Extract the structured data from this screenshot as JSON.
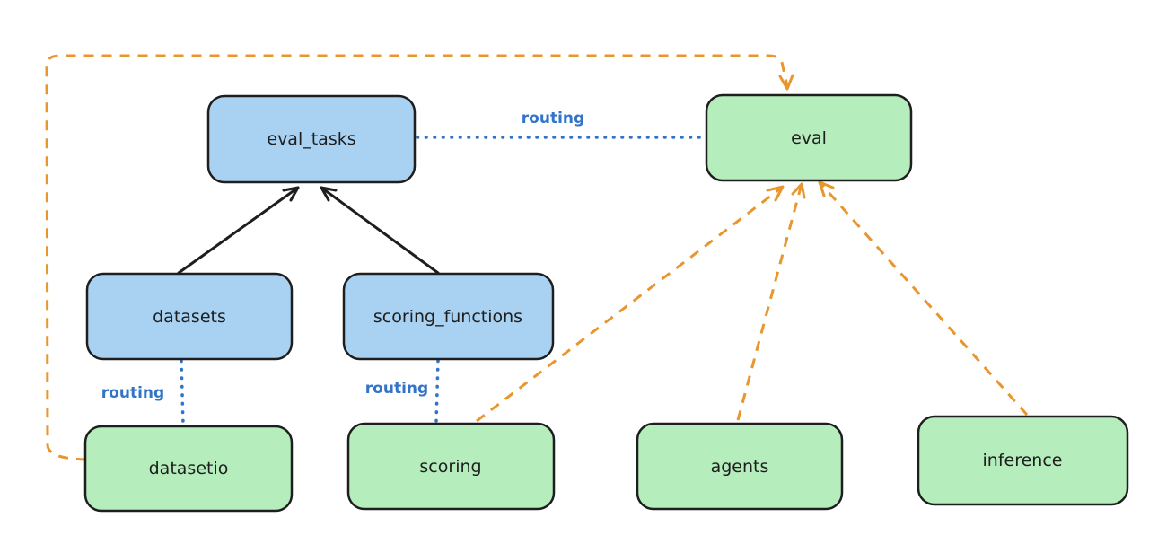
{
  "colors": {
    "registry_node_fill": "#a9d2f2",
    "provider_node_fill": "#b5edbc",
    "node_stroke": "#1e1e1e",
    "node_text": "#1e1e1e",
    "routing_color": "#3274c8",
    "dependency_color": "#e8962d",
    "background": "#ffffff"
  },
  "nodes": {
    "eval_tasks": {
      "label": "eval_tasks"
    },
    "eval": {
      "label": "eval"
    },
    "datasets": {
      "label": "datasets"
    },
    "scoring_functions": {
      "label": "scoring_functions"
    },
    "datasetio": {
      "label": "datasetio"
    },
    "scoring": {
      "label": "scoring"
    },
    "agents": {
      "label": "agents"
    },
    "inference": {
      "label": "inference"
    }
  },
  "edge_labels": {
    "eval_tasks_to_eval": "routing",
    "datasets_to_datasetio": "routing",
    "scoring_functions_to_scoring": "routing"
  }
}
